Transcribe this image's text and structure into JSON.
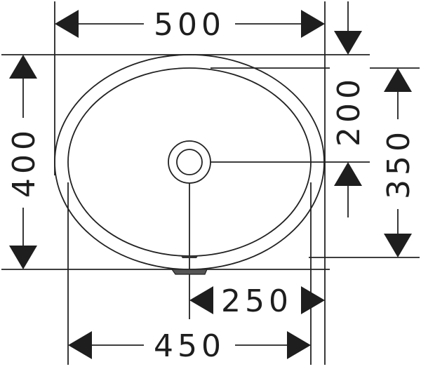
{
  "drawing": {
    "title": "Oval undercounter washbasin dimensional drawing",
    "units": "mm",
    "colors": {
      "line": "#222222",
      "arrow": "#1e1e1e",
      "background": "#ffffff"
    }
  },
  "dimensions": {
    "overall_width": {
      "label": "500"
    },
    "inner_width": {
      "label": "450"
    },
    "drain_to_edge": {
      "label": "250"
    },
    "overall_depth": {
      "label": "400"
    },
    "inner_depth": {
      "label": "350"
    },
    "drain_to_top": {
      "label": "200"
    }
  },
  "parts": [
    {
      "name": "outer-rim",
      "shape": "ellipse"
    },
    {
      "name": "inner-bowl",
      "shape": "ellipse"
    },
    {
      "name": "drain",
      "shape": "concentric-circles"
    },
    {
      "name": "overflow-tab",
      "shape": "rectangle"
    }
  ]
}
